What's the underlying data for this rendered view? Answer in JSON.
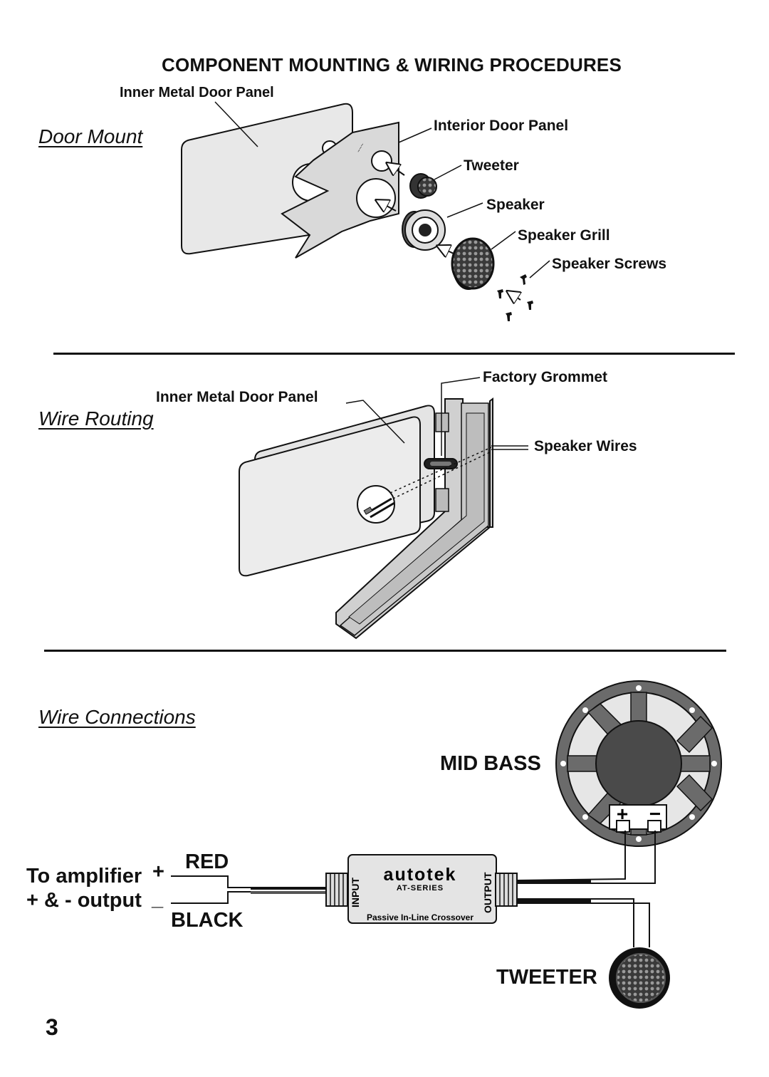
{
  "page_title": "COMPONENT MOUNTING & WIRING PROCEDURES",
  "door_mount": {
    "heading": "Door Mount",
    "labels": {
      "inner_panel": "Inner Metal Door Panel",
      "interior_panel": "Interior Door Panel",
      "tweeter": "Tweeter",
      "speaker": "Speaker",
      "speaker_grill": "Speaker Grill",
      "speaker_screws": "Speaker Screws"
    }
  },
  "wire_routing": {
    "heading": "Wire Routing",
    "labels": {
      "factory_grommet": "Factory Grommet",
      "inner_panel": "Inner Metal Door Panel",
      "speaker_wires": "Speaker Wires"
    }
  },
  "wire_connections": {
    "heading": "Wire Connections",
    "mid_bass": "MID BASS",
    "tweeter": "TWEETER",
    "to_amplifier_line1": "To amplifier",
    "to_amplifier_line2": "+ & - output",
    "plus_sign": "+",
    "minus_sign": "_",
    "red": "RED",
    "black": "BLACK",
    "crossover": {
      "brand": "autotek",
      "series": "AT-SERIES",
      "input": "INPUT",
      "output": "OUTPUT",
      "caption": "Passive In-Line Crossover"
    },
    "terminal_plus": "+",
    "terminal_minus": "−"
  },
  "page_number": "3",
  "colors": {
    "ink": "#111111",
    "panel_fill": "#e6e6e6",
    "speaker_dark": "#4a4a4a",
    "speaker_mid": "#6b6b6b"
  }
}
